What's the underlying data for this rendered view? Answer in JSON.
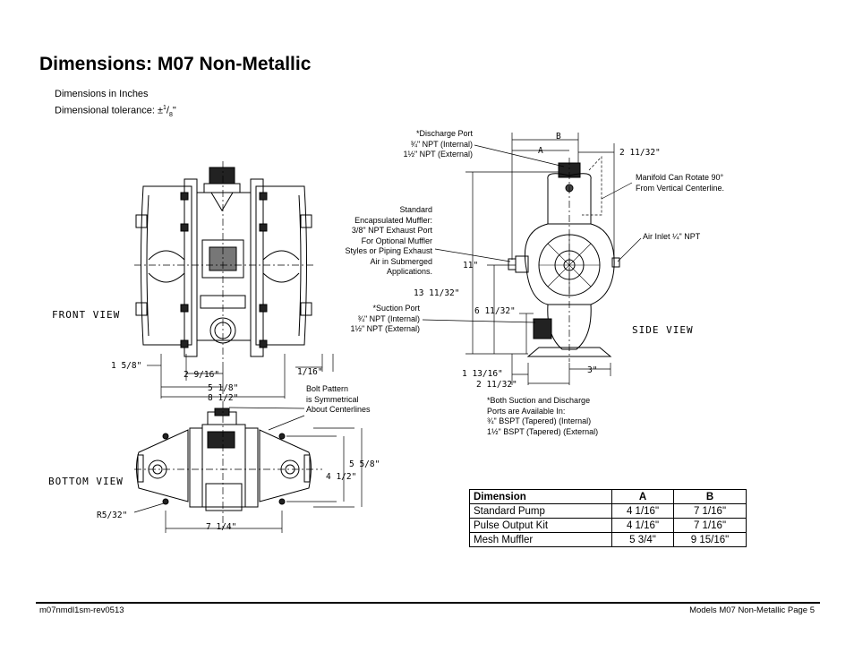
{
  "page": {
    "title": "Dimensions: M07 Non-Metallic",
    "units_note": "Dimensions in Inches",
    "tolerance_label": "Dimensional tolerance: ±",
    "tolerance_num": "1",
    "tolerance_den": "8",
    "tolerance_suffix": "\""
  },
  "callouts": {
    "discharge_port": [
      "*Discharge Port",
      "¾\" NPT (Internal)",
      "1½\" NPT (External)"
    ],
    "muffler": [
      "Standard",
      "Encapsulated Muffler:",
      "3/8\" NPT Exhaust Port",
      "For Optional Muffler",
      "Styles or Piping Exhaust",
      "Air in Submerged",
      "Applications."
    ],
    "suction_port": [
      "*Suction Port",
      "¾\" NPT (Internal)",
      "1½\" NPT (External)"
    ],
    "manifold": [
      "Manifold Can Rotate 90°",
      "From Vertical Centerline."
    ],
    "air_inlet": "Air Inlet ¼\" NPT",
    "bolt_pattern": [
      "Bolt Pattern",
      "is Symmetrical",
      "About Centerlines"
    ],
    "bspt_note": [
      "*Both Suction and Discharge",
      "Ports are Available In:",
      "¾\" BSPT (Tapered) (Internal)",
      "1½\" BSPT (Tapered) (External)"
    ]
  },
  "views": {
    "front": "FRONT VIEW",
    "side": "SIDE VIEW",
    "bottom": "BOTTOM VIEW"
  },
  "dimensions": {
    "front_1_5_8": "1 5/8\"",
    "front_2_9_16": "2 9/16\"",
    "front_5_1_8": "5 1/8\"",
    "front_8_1_2": "8 1/2\"",
    "front_1_16": "1/16\"",
    "side_B": "B",
    "side_A": "A",
    "side_2_11_32_top": "2 11/32\"",
    "side_11": "11\"",
    "side_13_11_32": "13 11/32\"",
    "side_6_11_32": "6 11/32\"",
    "side_1_13_16": "1 13/16\"",
    "side_3": "3\"",
    "side_2_11_32_bottom": "2 11/32\"",
    "bottom_5_5_8": "5 5/8\"",
    "bottom_4_1_2": "4 1/2\"",
    "bottom_R5_32": "R5/32\"",
    "bottom_7_1_4": "7 1/4\""
  },
  "table": {
    "headers": [
      "Dimension",
      "A",
      "B"
    ],
    "rows": [
      [
        "Standard Pump",
        "4 1/16\"",
        "7 1/16\""
      ],
      [
        "Pulse Output Kit",
        "4 1/16\"",
        "7 1/16\""
      ],
      [
        "Mesh Muffler",
        "5 3/4\"",
        "9 15/16\""
      ]
    ]
  },
  "footer": {
    "left": "m07nmdl1sm-rev0513",
    "right": "Models M07 Non-Metallic Page 5"
  }
}
